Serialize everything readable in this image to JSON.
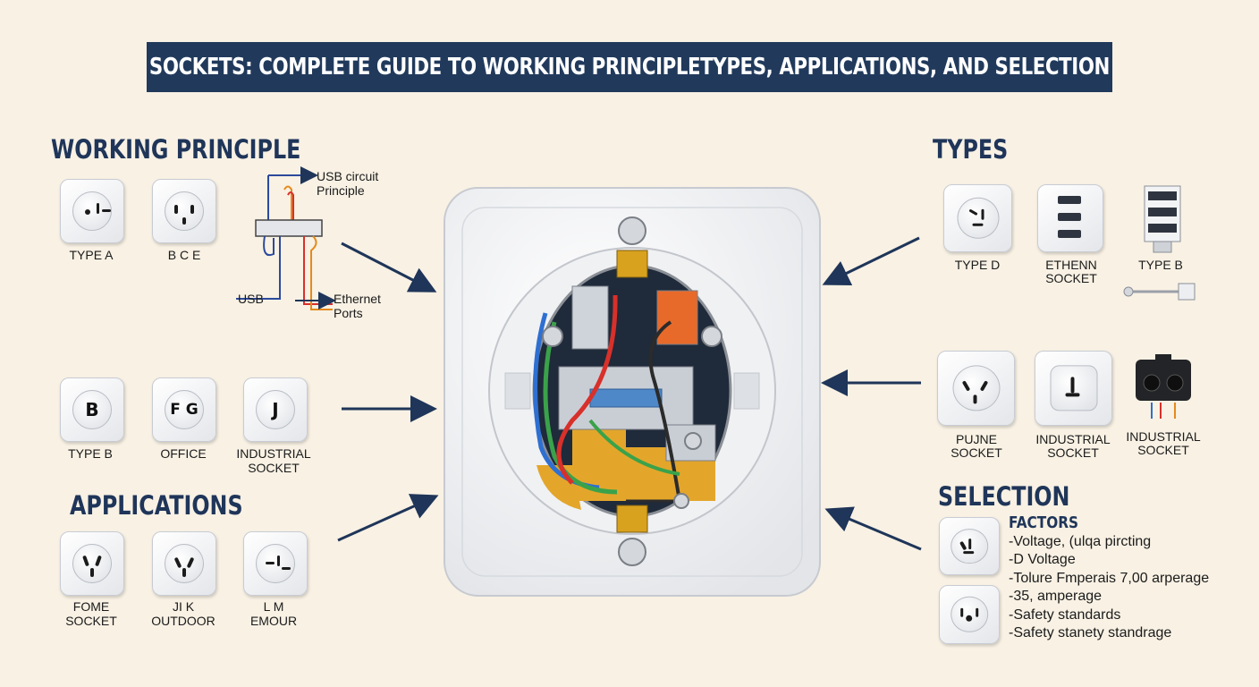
{
  "title": "SOCKETS: COMPLETE GUIDE TO WORKING PRINCIPLETYPES, APPLICATIONS, AND SELECTION",
  "sections": {
    "working_principle": "WORKING PRINCIPLE",
    "types": "TYPES",
    "applications": "APPLICATIONS",
    "selection": "SELECTION"
  },
  "working_principle_items": [
    {
      "label": "TYPE A"
    },
    {
      "label": "B C E"
    },
    {
      "label": "TYPE B",
      "glyph": "B"
    },
    {
      "label": "OFFICE",
      "glyph": "F G"
    },
    {
      "label": "INDUSTRIAL SOCKET",
      "glyph": "J"
    }
  ],
  "circuit_labels": {
    "usb_circuit": "USB circuit",
    "principle": "Principle",
    "usb": "USB",
    "ethernet": "Ethernet",
    "ports": "Ports"
  },
  "applications_items": [
    {
      "label": "FOME",
      "label2": "SOCKET"
    },
    {
      "label": "JI K",
      "label2": "OUTDOOR"
    },
    {
      "label": "L M",
      "label2": "EMOUR"
    }
  ],
  "types_items": [
    {
      "label": "TYPE D"
    },
    {
      "label": "ETHENN",
      "label2": "SOCKET"
    },
    {
      "label": "TYPE B"
    },
    {
      "label": "PUJNE",
      "label2": "SOCKET"
    },
    {
      "label": "INDUSTRIAL",
      "label2": "SOCKET"
    },
    {
      "label": "INDUSTRIAL",
      "label2": "SOCKET"
    }
  ],
  "selection": {
    "factors_title": "FACTORS",
    "factors": [
      "-Voltage, (ulqa pircting",
      "-D Voltage",
      "-Tolure Fmperais 7,00 arperage",
      "-35, amperage",
      "-Safety standards",
      "-Safety stanety standrage"
    ]
  },
  "colors": {
    "banner": "#213a5c",
    "heading": "#1f3559",
    "background": "#f8f1e4",
    "arrow": "#1f3559"
  }
}
